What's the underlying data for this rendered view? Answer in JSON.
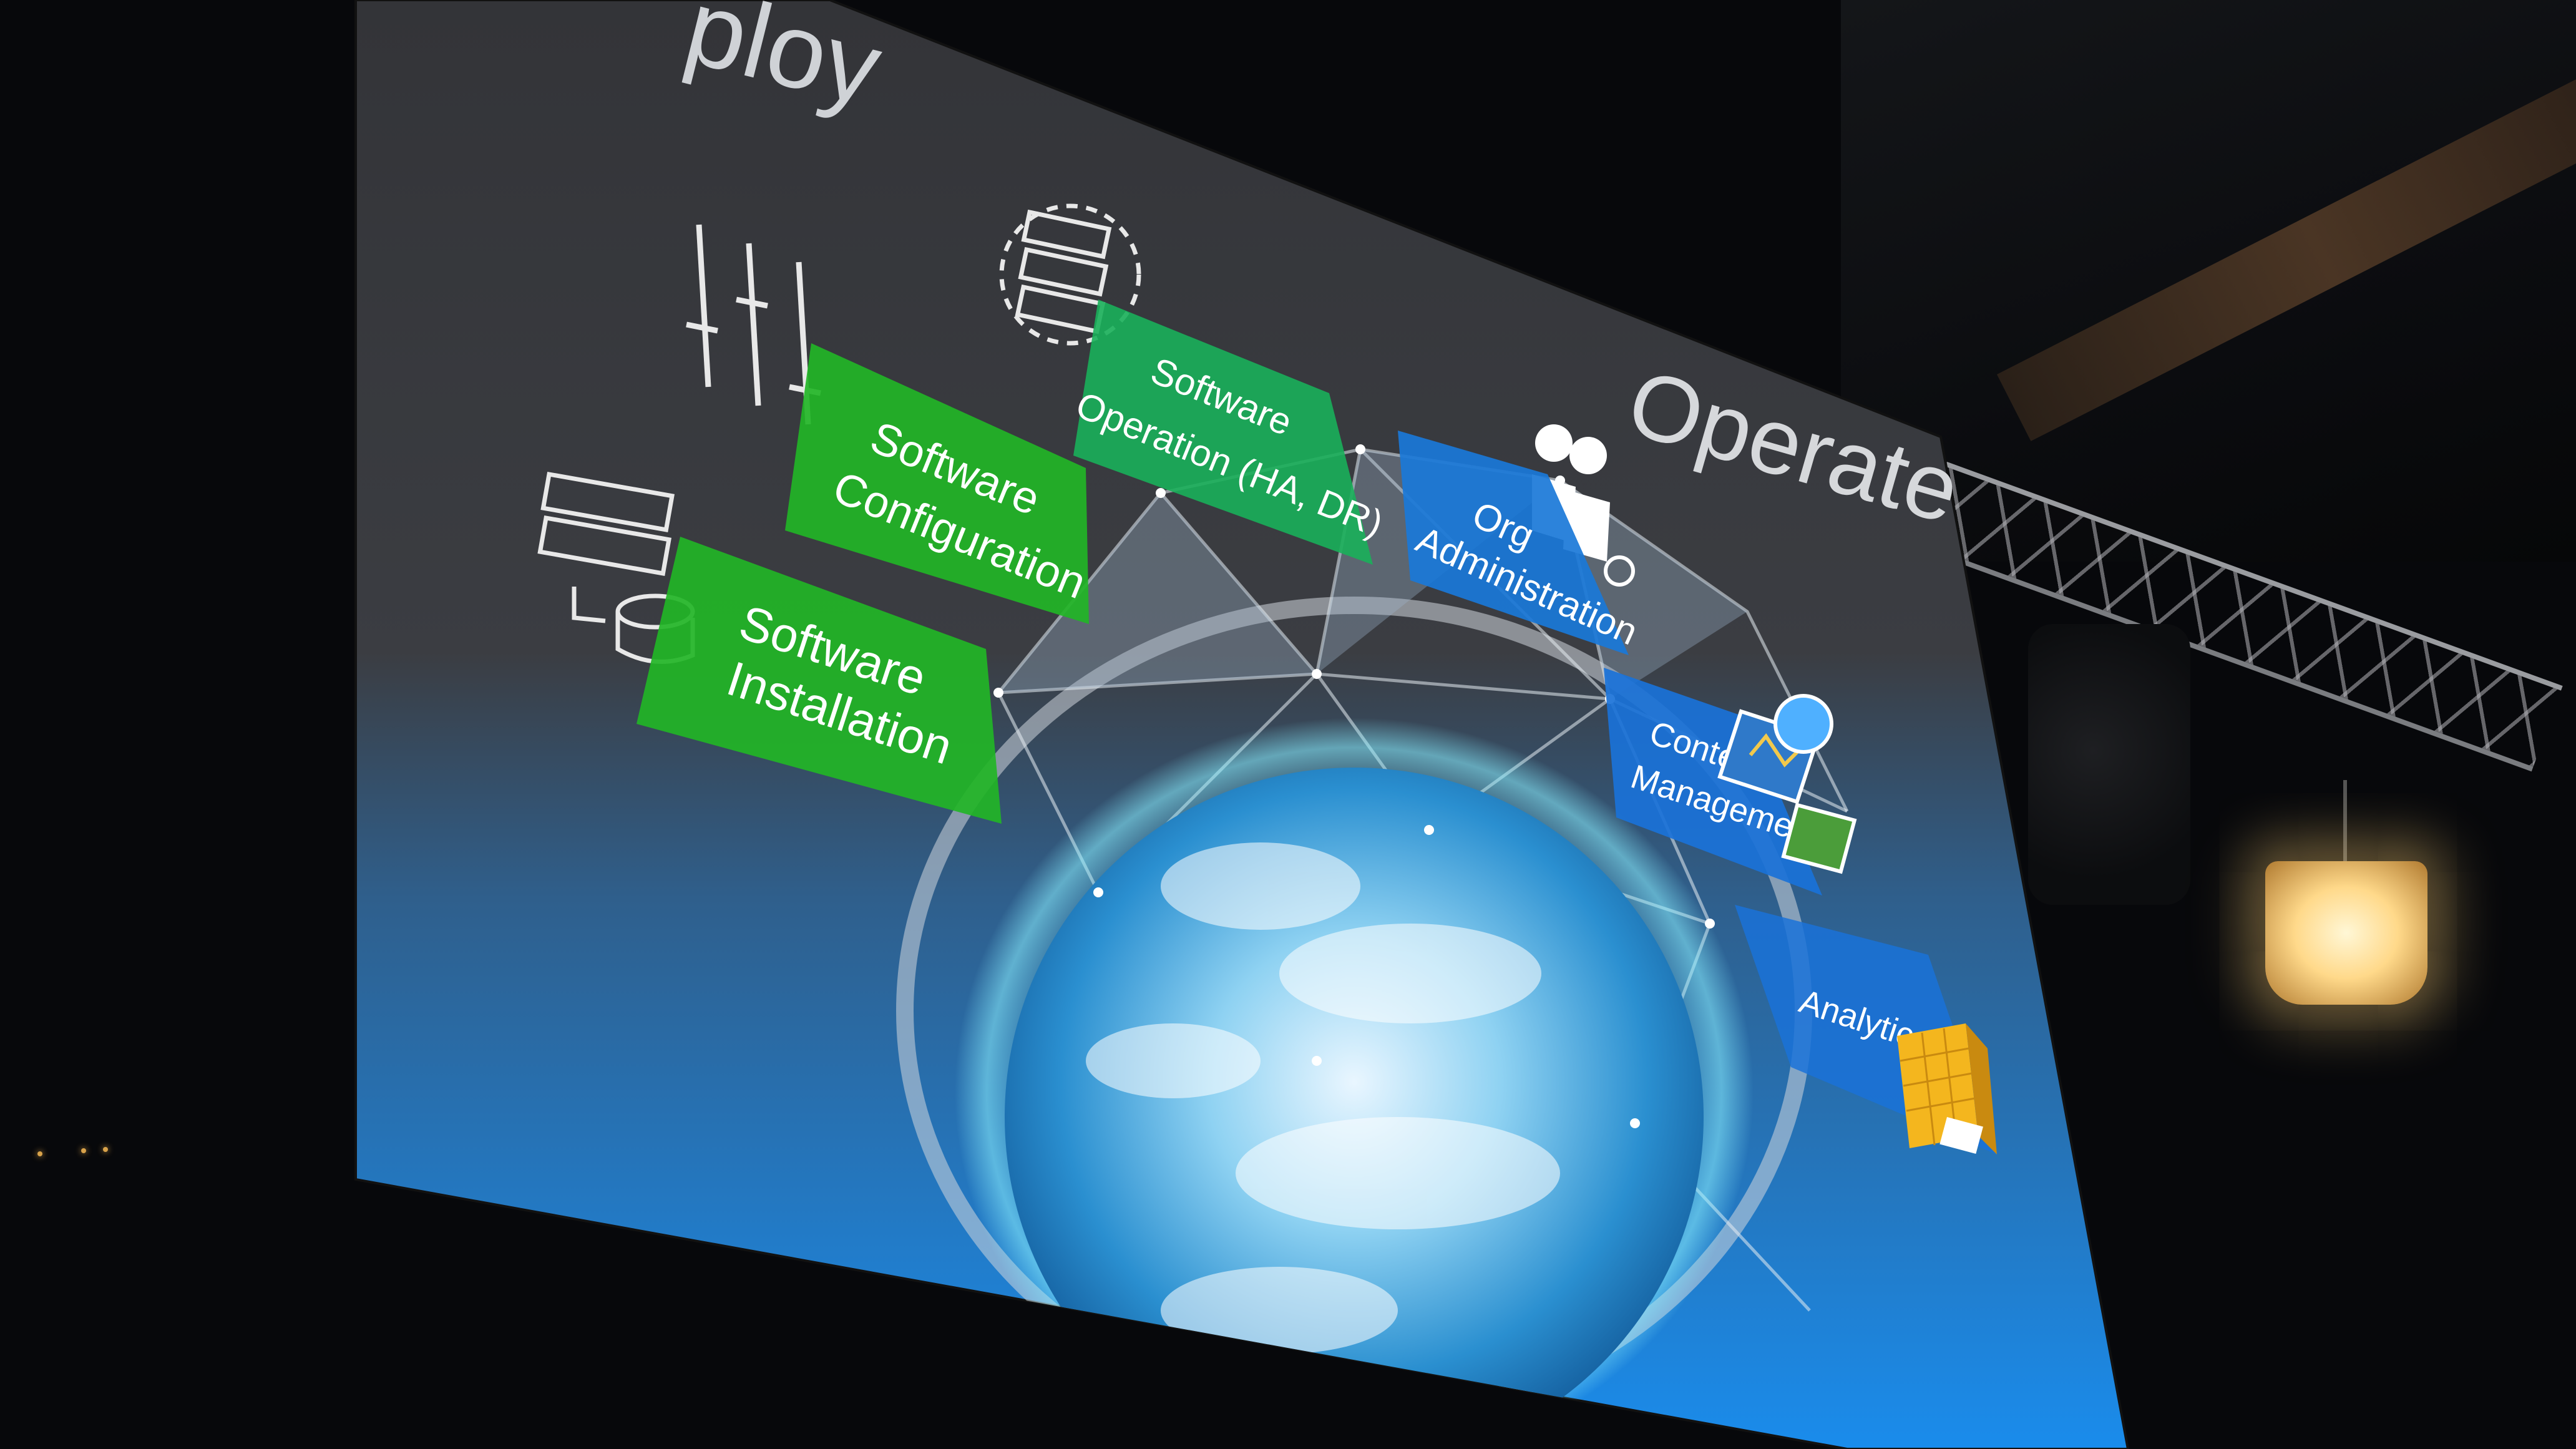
{
  "slide": {
    "header_text": "ploy",
    "operate_title": "Operate",
    "items": [
      {
        "line1": "Software",
        "line2": "Configuration"
      },
      {
        "line1": "Software",
        "line2": "Installation"
      },
      {
        "line1": "Software",
        "line2": "Operation (HA, DR)"
      },
      {
        "line1": "Org",
        "line2": "Administration"
      },
      {
        "line1": "Content",
        "line2": "Management"
      },
      {
        "line1": "Analytics",
        "line2": ""
      }
    ]
  },
  "colors": {
    "green": "#2db52a",
    "teal": "#14a07a",
    "blue": "#1a72d8",
    "screen_top": "#3b3c40",
    "screen_bottom": "#1f8ae0"
  },
  "icons": [
    "sliders-icon",
    "server-stack-icon",
    "server-to-database-icon",
    "users-add-icon",
    "dashboard-icon",
    "data-cube-icon",
    "globe-icon"
  ]
}
